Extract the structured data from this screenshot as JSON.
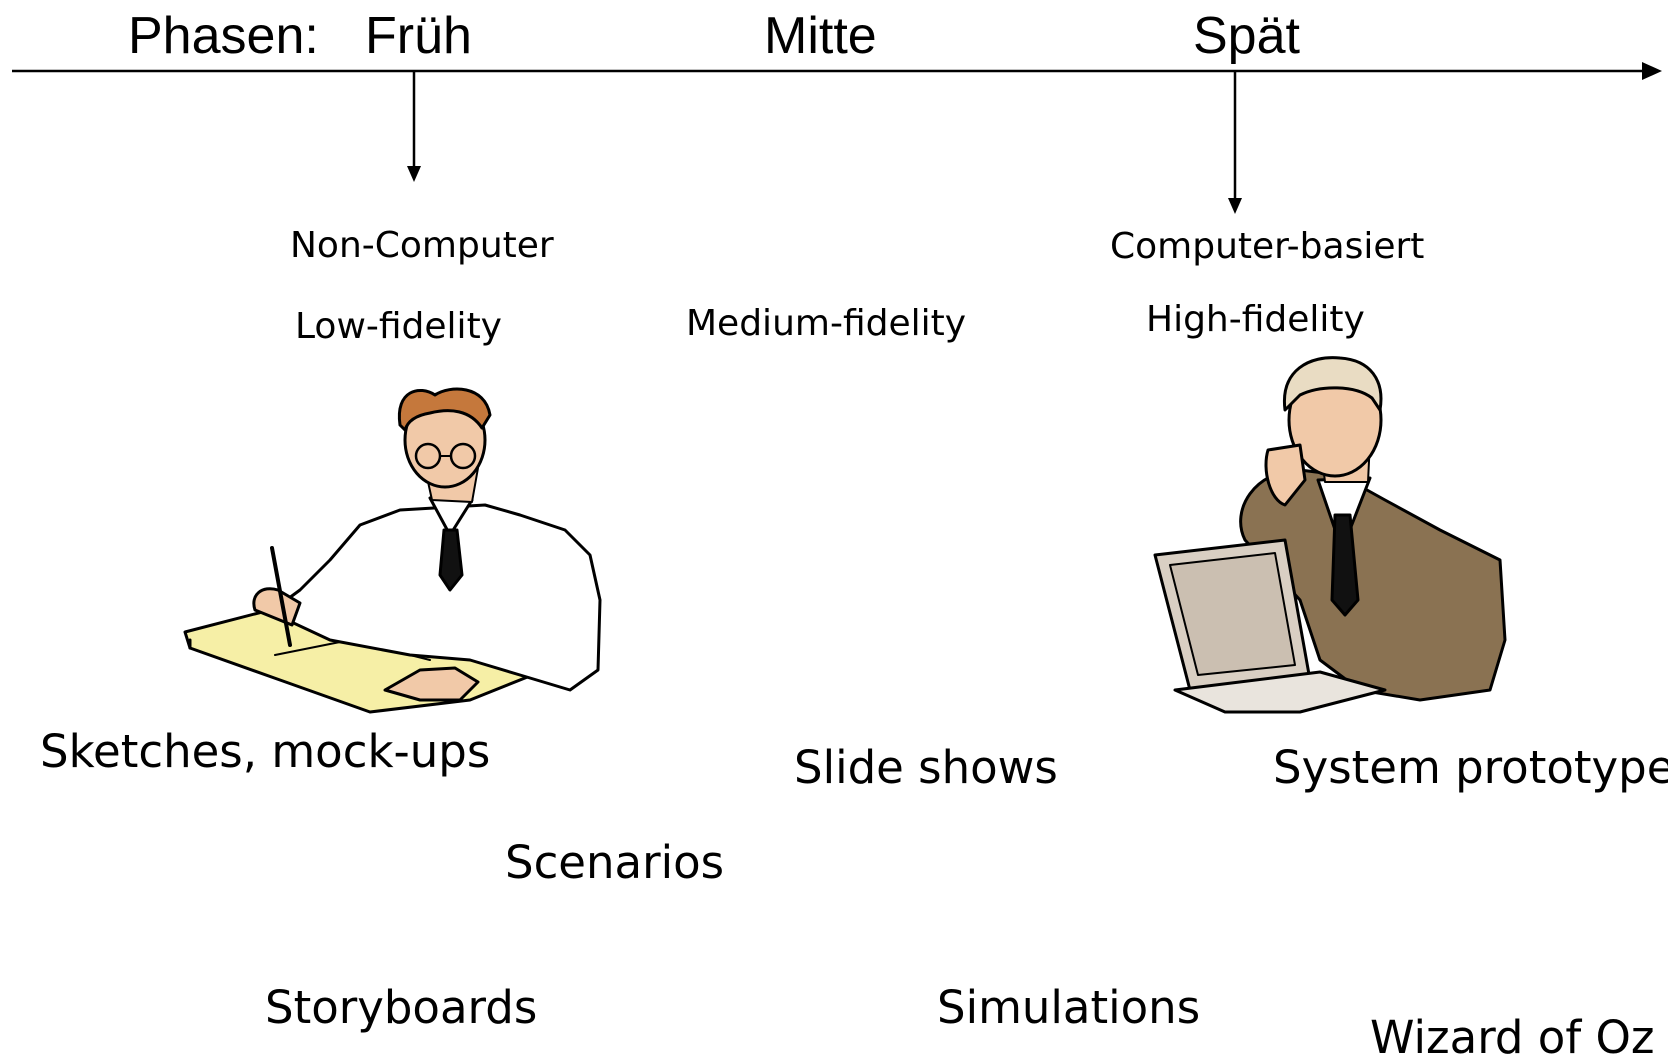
{
  "timeline": {
    "phases_label": "Phasen:",
    "phases": [
      "Früh",
      "Mitte",
      "Spät"
    ]
  },
  "categories": {
    "non_computer": "Non-Computer",
    "computer_based": "Computer-basiert",
    "low_fidelity": "Low-fidelity",
    "medium_fidelity": "Medium-fidelity",
    "high_fidelity": "High-fidelity"
  },
  "methods": {
    "sketches": "Sketches, mock-ups",
    "scenarios": "Scenarios",
    "storyboards": "Storyboards",
    "slide_shows": "Slide shows",
    "simulations": "Simulations",
    "system_prototypes": "System prototypes",
    "wizard_of_oz": "Wizard of Oz"
  },
  "colors": {
    "line": "#000000",
    "paper": "#f6efa6",
    "suit": "#8a7252",
    "skin": "#f1c9a8",
    "hair": "#c5783c"
  }
}
